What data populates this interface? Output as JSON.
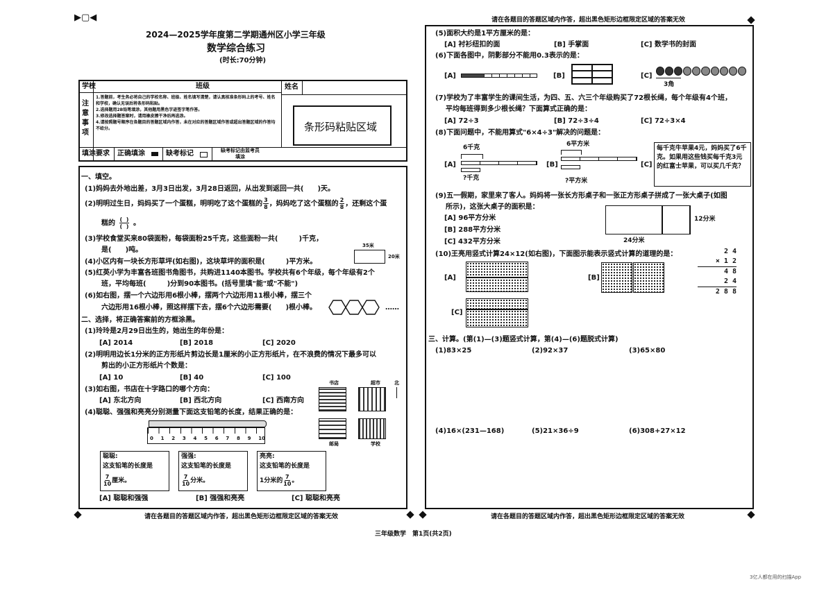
{
  "corner_marks": {
    "top_left": "▶▢◀"
  },
  "header": {
    "title": "2024—2025学年度第二学期通州区小学三年级",
    "subject": "数学综合练习",
    "time": "(时长:70分钟)"
  },
  "info_table": {
    "school_label": "学校",
    "class_label": "班级",
    "name_label": "姓名",
    "notes_label": "注意事项",
    "notes": [
      "1.答题前，考生务必将自己的学校名称、班级、姓名填写清楚，请认真核准条形码上的考号、姓名和学校，确认无误后将条形码粘贴。",
      "2.选择题用2B铅笔填涂，其他题用黑色字迹签字笔作答。",
      "3.修改选择题答案时，请用橡皮擦干净后再选涂。",
      "4.请按照题号顺序在各题目的答题区域内作答，未在对应的答题区域作答或超出答题区域的作答均不给分。"
    ],
    "fill_req_label": "填涂要求",
    "fill_correct": "正确填涂",
    "absent_label": "缺考标记",
    "absent_note": "缺考标记由监考员填涂",
    "barcode_area": "条形码粘贴区域"
  },
  "section1": {
    "title": "一、填空。",
    "q1": "(1)妈妈去外地出差，3月3日出发，3月28日返回，从出发到返回一共(　　)天。",
    "q2a": "(2)明明过生日，妈妈买了一个蛋糕，明明吃了这个蛋糕的",
    "q2_frac1_num": "3",
    "q2_frac1_den": "8",
    "q2b": "，妈妈吃了这个蛋糕的",
    "q2_frac2_num": "2",
    "q2_frac2_den": "8",
    "q2c": "，还剩这个蛋",
    "q2d": "糕的",
    "q2e": "。",
    "q3a": "(3)学校食堂买来80袋面粉，每袋面粉25千克，这些面粉一共(　　　)千克，",
    "q3b": "是(　　)吨。",
    "q3_fig_len": "35米",
    "q3_fig_wid": "20米",
    "q4": "(4)小区内有一块长方形草坪(如右图)，这块草坪的面积是(　　　)平方米。",
    "q5a": "(5)红英小学为丰富各班图书角图书，共购进1140本图书。学校共有6个年级，每个年级有2个",
    "q5b": "班，平均每班(　　　)分到90本图书。(括号里填\"能\"或\"不能\")",
    "q6a": "(6)如右图，摆一个六边形用6根小棒，摆两个六边形用11根小棒，摆三个",
    "q6b": "六边形用16根小棒，照这样摆下去，摆6个六边形需要(　　)根小棒。",
    "q6_dots": "……"
  },
  "section2": {
    "title": "二、选择，将正确答案前的方框涂黑。",
    "q1": "(1)玲玲是2月29日出生的，她出生的年份是：",
    "q1_opts": [
      "[A] 2014",
      "[B] 2018",
      "[C] 2020"
    ],
    "q2a": "(2)明明用边长1分米的正方形纸片剪边长是1厘米的小正方形纸片，在不浪费的情况下最多可以",
    "q2b": "剪出的小正方形纸片个数是：",
    "q2_opts": [
      "[A] 10",
      "[B] 40",
      "[C] 100"
    ],
    "q3": "(3)如右图，书店在十字路口的哪个方向：",
    "q3_opts": [
      "[A] 东北方向",
      "[B] 西北方向",
      "[C] 西南方向"
    ],
    "q3_map": {
      "top_left": "书店",
      "top_right": "超市",
      "bottom_left": "邮局",
      "bottom_right": "学校",
      "north": "北"
    },
    "q4": "(4)聪聪、强强和亮亮分别测量下面这支铅笔的长度，结果正确的是：",
    "ruler_ticks": [
      "0",
      "1",
      "2",
      "3",
      "4",
      "5",
      "6",
      "7",
      "8",
      "9",
      "10"
    ],
    "people": [
      {
        "name": "聪聪:",
        "line1": "这支铅笔的长度是",
        "num": "7",
        "den": "10",
        "unit": "厘米。"
      },
      {
        "name": "强强:",
        "line1": "这支铅笔的长度是",
        "num": "7",
        "den": "10",
        "unit": "分米。"
      },
      {
        "name": "亮亮:",
        "line1": "这支铅笔的长度是",
        "pre": "1分米的",
        "num": "7",
        "den": "10",
        "unit": "。"
      }
    ],
    "q4_opts": [
      "[A] 聪聪和强强",
      "[B] 强强和亮亮",
      "[C] 聪聪和亮亮"
    ]
  },
  "footer": {
    "left": "请在各题目的答题区域内作答，超出黑色矩形边框限定区域的答案无效",
    "right": "请在各题目的答题区域内作答，超出黑色矩形边框限定区域的答案无效",
    "page": "三年级数学　第1页(共2页)"
  },
  "right_top": "请在各题目的答题区域内作答，超出黑色矩形边框限定区域的答案无效",
  "right": {
    "q5": "(5)面积大约是1平方厘米的是：",
    "q5_opts": [
      "[A] 衬衫纽扣的面",
      "[B] 手掌面",
      "[C] 数学书的封面"
    ],
    "q6": "(6)下面各图中，阴影部分不能用0.3表示的是：",
    "q6_opts": [
      "[A]",
      "[B]",
      "[C]"
    ],
    "q6_c_label": "3角",
    "q7a": "(7)学校为了丰富学生的课间生活，为四、五、六三个年级购买了72根长绳，每个年级有4个班，",
    "q7b": "平均每班得到多少根长绳？下面算式正确的是：",
    "q7_opts": [
      "[A] 72÷3",
      "[B] 72÷3÷4",
      "[C] 72÷3×4"
    ],
    "q8": "(8)下面问题中，不能用算式\"6×4÷3\"解决的问题是：",
    "q8_opts": [
      "[A]",
      "[B]",
      "[C]"
    ],
    "q8_a_top": "6千克",
    "q8_a_bottom": "?千克",
    "q8_b_top": "6平方米",
    "q8_b_bottom": "?平方米",
    "q8_c_text": "每千克牛苹果4元，妈妈买了6千克。如果用这些钱买每千克3元的红富士苹果，可以买几千克？",
    "q9a": "(9)五一假期，家里来了客人。妈妈将一张长方形桌子和一张正方形桌子拼成了一张大桌子(如图",
    "q9b": "所示)，这张大桌子的面积是：",
    "q9_opts": [
      "[A] 96平方分米",
      "[B] 288平方分米",
      "[C] 432平方分米"
    ],
    "q9_fig_h": "12分米",
    "q9_fig_w": "24分米",
    "q10": "(10)王亮用竖式计算24×12(如右图)，下面图示能表示竖式计算的道理的是：",
    "q10_opts": [
      "[A]",
      "[B]",
      "[C]"
    ],
    "vertical": {
      "r1": "2 4",
      "r2": "× 1 2",
      "r3": "4 8",
      "r4": "2 4",
      "r5": "2 8 8"
    }
  },
  "section3": {
    "title": "三、计算。(第(1)—(3)题竖式计算，第(4)—(6)题脱式计算)",
    "items": [
      "(1)83×25",
      "(2)92×37",
      "(3)65×80",
      "(4)16×(231—168)",
      "(5)21×36÷9",
      "(6)308+27×12"
    ]
  },
  "watermark": "3亿人都在用的扫描App"
}
